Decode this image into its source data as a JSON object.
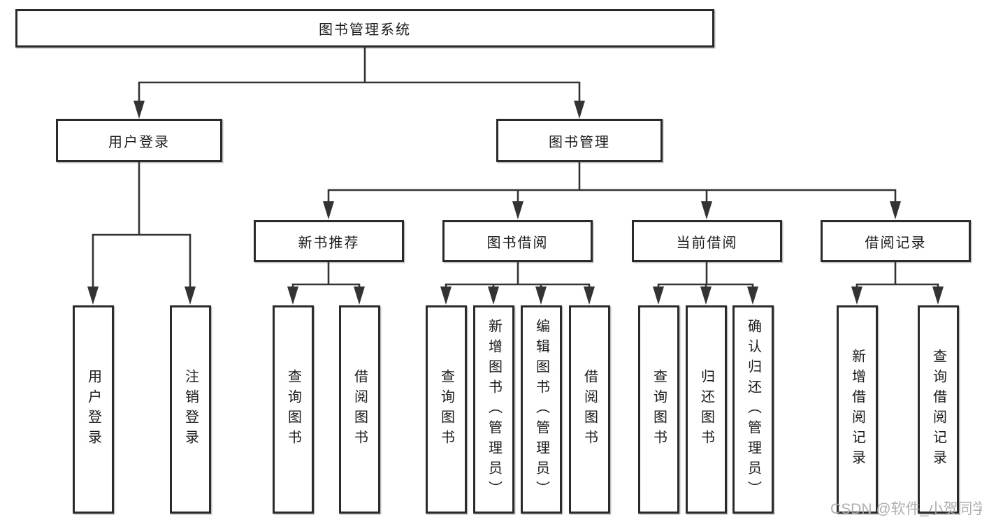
{
  "diagram": {
    "root": {
      "label": "图书管理系统"
    },
    "level2": [
      {
        "label": "用户登录"
      },
      {
        "label": "图书管理"
      }
    ],
    "level3": [
      {
        "label": "新书推荐",
        "parent": "图书管理"
      },
      {
        "label": "图书借阅",
        "parent": "图书管理"
      },
      {
        "label": "当前借阅",
        "parent": "图书管理"
      },
      {
        "label": "借阅记录",
        "parent": "图书管理"
      }
    ],
    "leaves": [
      {
        "label": "用户登录",
        "parent": "用户登录"
      },
      {
        "label": "注销登录",
        "parent": "用户登录"
      },
      {
        "label": "查询图书",
        "parent": "新书推荐"
      },
      {
        "label": "借阅图书",
        "parent": "新书推荐"
      },
      {
        "label": "查询图书",
        "parent": "图书借阅"
      },
      {
        "label": "新增图书（管理员）",
        "parent": "图书借阅"
      },
      {
        "label": "编辑图书（管理员）",
        "parent": "图书借阅"
      },
      {
        "label": "借阅图书",
        "parent": "图书借阅"
      },
      {
        "label": "查询图书",
        "parent": "当前借阅"
      },
      {
        "label": "归还图书",
        "parent": "当前借阅"
      },
      {
        "label": "确认归还（管理员）",
        "parent": "当前借阅"
      },
      {
        "label": "新增借阅记录",
        "parent": "借阅记录"
      },
      {
        "label": "查询借阅记录",
        "parent": "借阅记录"
      }
    ]
  },
  "watermark": "CSDN @软件_小贺同学",
  "colors": {
    "line": "#333333",
    "box_border": "#2b2b2b",
    "text": "#1c1c1c",
    "watermark": "#a8a8a8",
    "background": "#ffffff"
  }
}
